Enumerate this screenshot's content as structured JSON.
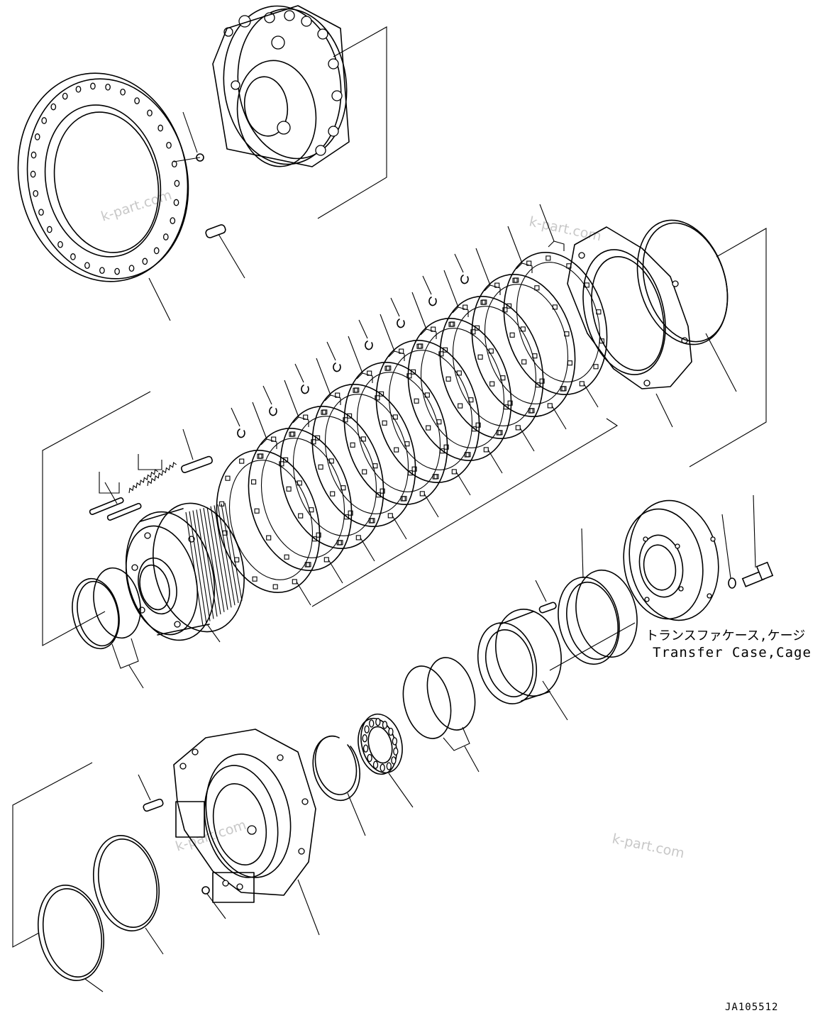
{
  "labels": {
    "component_jp": "トランスファケース,ケージ",
    "component_en": "Transfer Case,Cage",
    "drawing_code": "JA105512"
  },
  "watermarks": [
    "k-part.com",
    "k-part.com",
    "k-part.com",
    "k-part.com"
  ]
}
